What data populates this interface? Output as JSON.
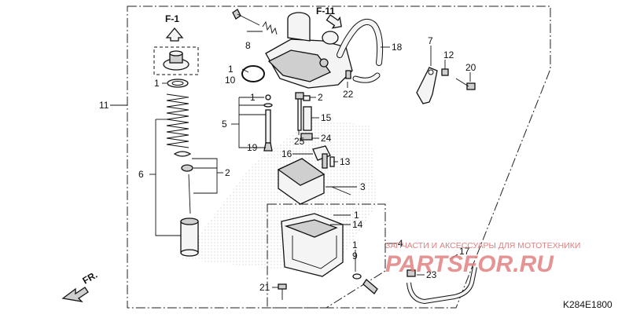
{
  "diagram": {
    "code": "K284E1800",
    "direction_label": "FR.",
    "ref_labels": [
      "F-1",
      "F-11"
    ],
    "callouts": [
      {
        "id": "c11",
        "text": "11"
      },
      {
        "id": "c6",
        "text": "6"
      },
      {
        "id": "c1a",
        "text": "1"
      },
      {
        "id": "c2a",
        "text": "2"
      },
      {
        "id": "c8",
        "text": "8"
      },
      {
        "id": "c1b",
        "text": "1"
      },
      {
        "id": "c10",
        "text": "10"
      },
      {
        "id": "c5",
        "text": "5"
      },
      {
        "id": "c1c",
        "text": "1"
      },
      {
        "id": "c19",
        "text": "19"
      },
      {
        "id": "c2b",
        "text": "2"
      },
      {
        "id": "c15",
        "text": "15"
      },
      {
        "id": "c25",
        "text": "25"
      },
      {
        "id": "c24",
        "text": "24"
      },
      {
        "id": "c16",
        "text": "16"
      },
      {
        "id": "c13",
        "text": "13"
      },
      {
        "id": "c22",
        "text": "22"
      },
      {
        "id": "c18",
        "text": "18"
      },
      {
        "id": "c7",
        "text": "7"
      },
      {
        "id": "c12",
        "text": "12"
      },
      {
        "id": "c20",
        "text": "20"
      },
      {
        "id": "c3",
        "text": "3"
      },
      {
        "id": "c1d",
        "text": "1"
      },
      {
        "id": "c14",
        "text": "14"
      },
      {
        "id": "c4",
        "text": "4"
      },
      {
        "id": "c1e",
        "text": "1"
      },
      {
        "id": "c9",
        "text": "9"
      },
      {
        "id": "c17",
        "text": "17"
      },
      {
        "id": "c23",
        "text": "23"
      },
      {
        "id": "c21",
        "text": "21"
      }
    ],
    "watermark": {
      "tagline": "ЗАПЧАСТИ И АКСЕССУАРЫ ДЛЯ МОТОТЕХНИКИ",
      "brand": "PARTSFOR.RU"
    },
    "colors": {
      "ink": "#111111",
      "watermark": "#e08080",
      "dots": "#bdbdbd"
    }
  }
}
